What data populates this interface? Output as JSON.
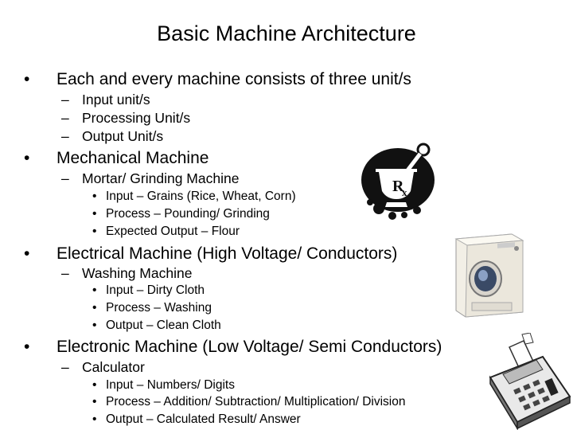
{
  "slide": {
    "title": "Basic Machine Architecture",
    "bullet_l1": "•",
    "bullet_l2": "–",
    "bullet_l3": "•",
    "sections": [
      {
        "heading": "Each and every machine consists of three unit/s",
        "items": [
          "Input unit/s",
          "Processing Unit/s",
          "Output Unit/s"
        ]
      },
      {
        "heading": "Mechanical Machine",
        "sub": "Mortar/ Grinding Machine",
        "items": [
          "Input – Grains (Rice, Wheat, Corn)",
          "Process – Pounding/ Grinding",
          "Expected Output – Flour"
        ]
      },
      {
        "heading": "Electrical Machine (High Voltage/ Conductors)",
        "sub": "Washing Machine",
        "items": [
          "Input – Dirty Cloth",
          "Process – Washing",
          "Output – Clean Cloth"
        ]
      },
      {
        "heading": "Electronic Machine (Low Voltage/ Semi Conductors)",
        "sub": "Calculator",
        "items": [
          "Input – Numbers/ Digits",
          "Process – Addition/ Subtraction/ Multiplication/ Division",
          "Output – Calculated Result/ Answer"
        ]
      }
    ],
    "icons": [
      "mortar-pestle-rx-icon",
      "washing-machine-icon",
      "printing-calculator-icon"
    ]
  }
}
